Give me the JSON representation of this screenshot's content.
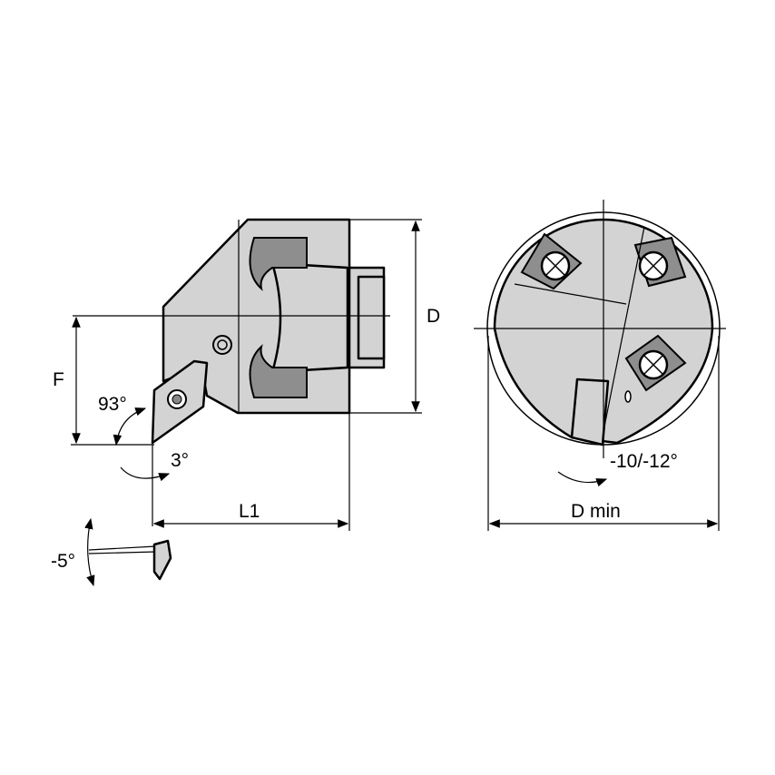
{
  "labels": {
    "d": "D",
    "f": "F",
    "angle_93": "93°",
    "angle_3": "3°",
    "l1": "L1",
    "angle_neg5": "-5°",
    "d_min": "D min",
    "angle_neg10_12": "-10/-12°"
  },
  "colors": {
    "body": "#d3d3d3",
    "pocket": "#8e8e8e",
    "line": "#000000"
  }
}
